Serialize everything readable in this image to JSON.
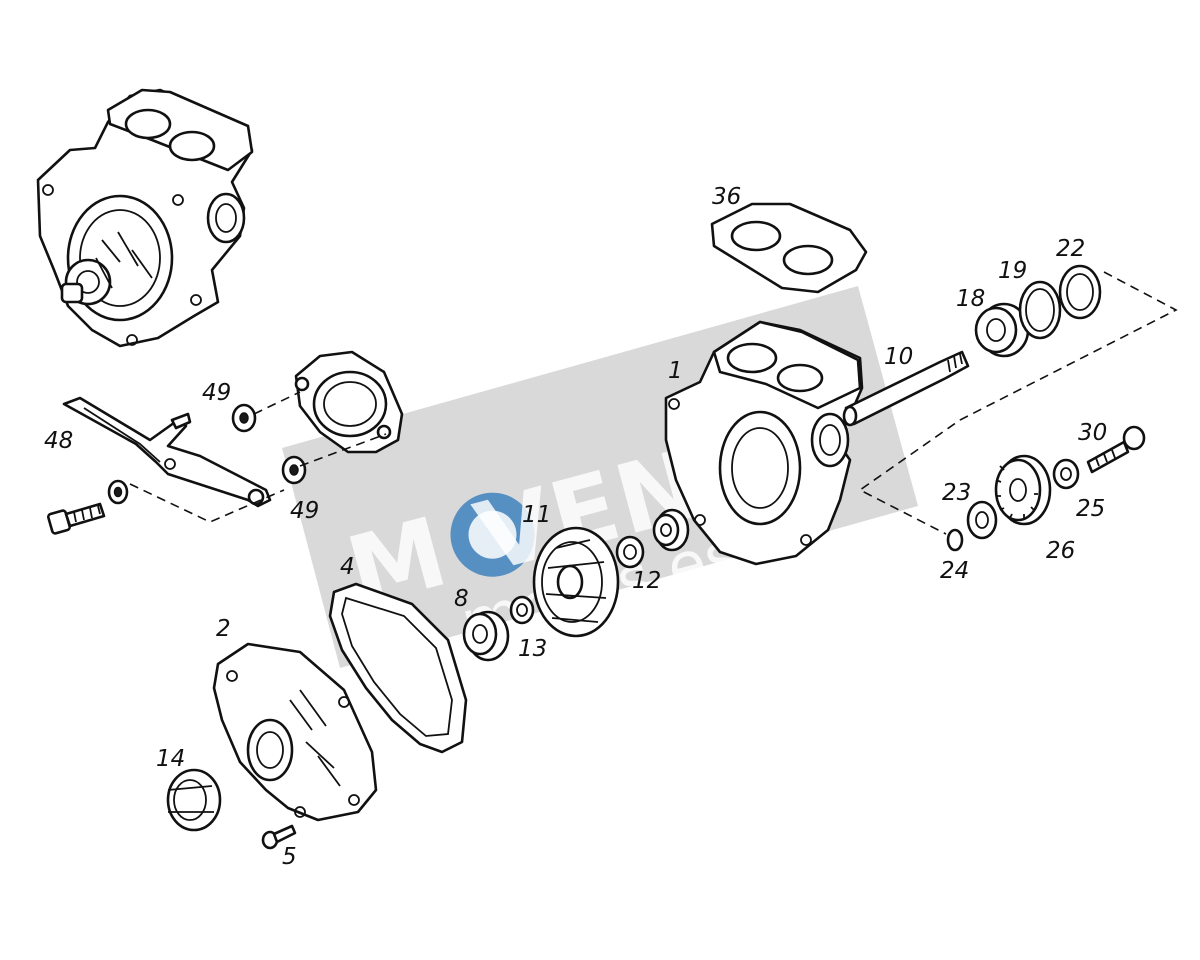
{
  "watermark": {
    "brand": "M VEND",
    "sub": "motos.es",
    "colors": {
      "band": "#d2d2d2",
      "accent": "#1e6fb8",
      "text": "#ffffff"
    }
  },
  "callouts": {
    "p1": "1",
    "p2": "2",
    "p4": "4",
    "p5": "5",
    "p8": "8",
    "p10": "10",
    "p11": "11",
    "p12": "12",
    "p13": "13",
    "p14": "14",
    "p18": "18",
    "p19": "19",
    "p22": "22",
    "p23": "23",
    "p24": "24",
    "p25": "25",
    "p26": "26",
    "p30": "30",
    "p36": "36",
    "p48": "48",
    "p49a": "49",
    "p49b": "49"
  }
}
